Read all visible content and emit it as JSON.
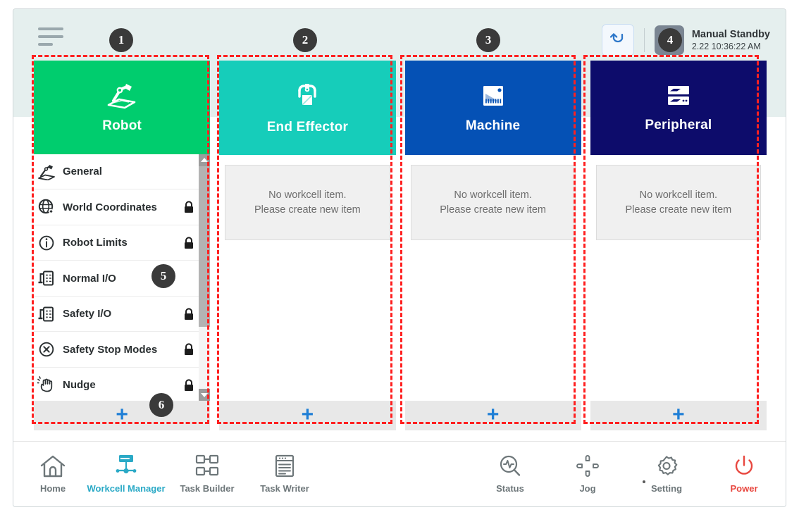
{
  "header": {
    "menu_icon": "hamburger-menu-icon",
    "reset_icon": "reset-arc-icon",
    "mode_icon": "manual-hand-icon",
    "status_title": "Manual Standby",
    "status_time": "2.22 10:36:22 AM"
  },
  "columns": [
    {
      "id": "robot",
      "title": "Robot",
      "icon": "robot-arm-icon",
      "color": "#00cd6e",
      "add_label": "+",
      "list": [
        {
          "label": "General",
          "icon": "robot-general-icon",
          "locked": false
        },
        {
          "label": "World Coordinates",
          "icon": "world-coordinates-icon",
          "locked": true
        },
        {
          "label": "Robot Limits",
          "icon": "robot-limits-icon",
          "locked": true
        },
        {
          "label": "Normal I/O",
          "icon": "normal-io-icon",
          "locked": false
        },
        {
          "label": "Safety I/O",
          "icon": "safety-io-icon",
          "locked": true
        },
        {
          "label": "Safety Stop Modes",
          "icon": "safety-stop-modes-icon",
          "locked": true
        },
        {
          "label": "Nudge",
          "icon": "nudge-hand-icon",
          "locked": true
        }
      ]
    },
    {
      "id": "end-effector",
      "title": "End Effector",
      "icon": "gripper-icon",
      "color": "#16cdba",
      "add_label": "+",
      "empty_line1": "No workcell item.",
      "empty_line2": "Please create new item"
    },
    {
      "id": "machine",
      "title": "Machine",
      "icon": "machine-icon",
      "color": "#0551b5",
      "add_label": "+",
      "empty_line1": "No workcell item.",
      "empty_line2": "Please create new item"
    },
    {
      "id": "peripheral",
      "title": "Peripheral",
      "icon": "peripheral-icon",
      "color": "#0d0c6b",
      "add_label": "+",
      "empty_line1": "No workcell item.",
      "empty_line2": "Please create new item"
    }
  ],
  "bottom_nav": {
    "left": [
      {
        "label": "Home",
        "icon": "home-icon",
        "active": false
      },
      {
        "label": "Workcell Manager",
        "icon": "workcell-manager-icon",
        "active": true
      },
      {
        "label": "Task Builder",
        "icon": "task-builder-icon",
        "active": false
      },
      {
        "label": "Task Writer",
        "icon": "task-writer-icon",
        "active": false
      }
    ],
    "right": [
      {
        "label": "Status",
        "icon": "status-icon",
        "active": false
      },
      {
        "label": "Jog",
        "icon": "jog-icon",
        "active": false
      },
      {
        "label": "Setting",
        "icon": "setting-gear-icon",
        "active": false
      },
      {
        "label": "Power",
        "icon": "power-icon",
        "active": false
      }
    ]
  },
  "annotations": [
    {
      "number": "1"
    },
    {
      "number": "2"
    },
    {
      "number": "3"
    },
    {
      "number": "4"
    },
    {
      "number": "5"
    },
    {
      "number": "6"
    }
  ]
}
